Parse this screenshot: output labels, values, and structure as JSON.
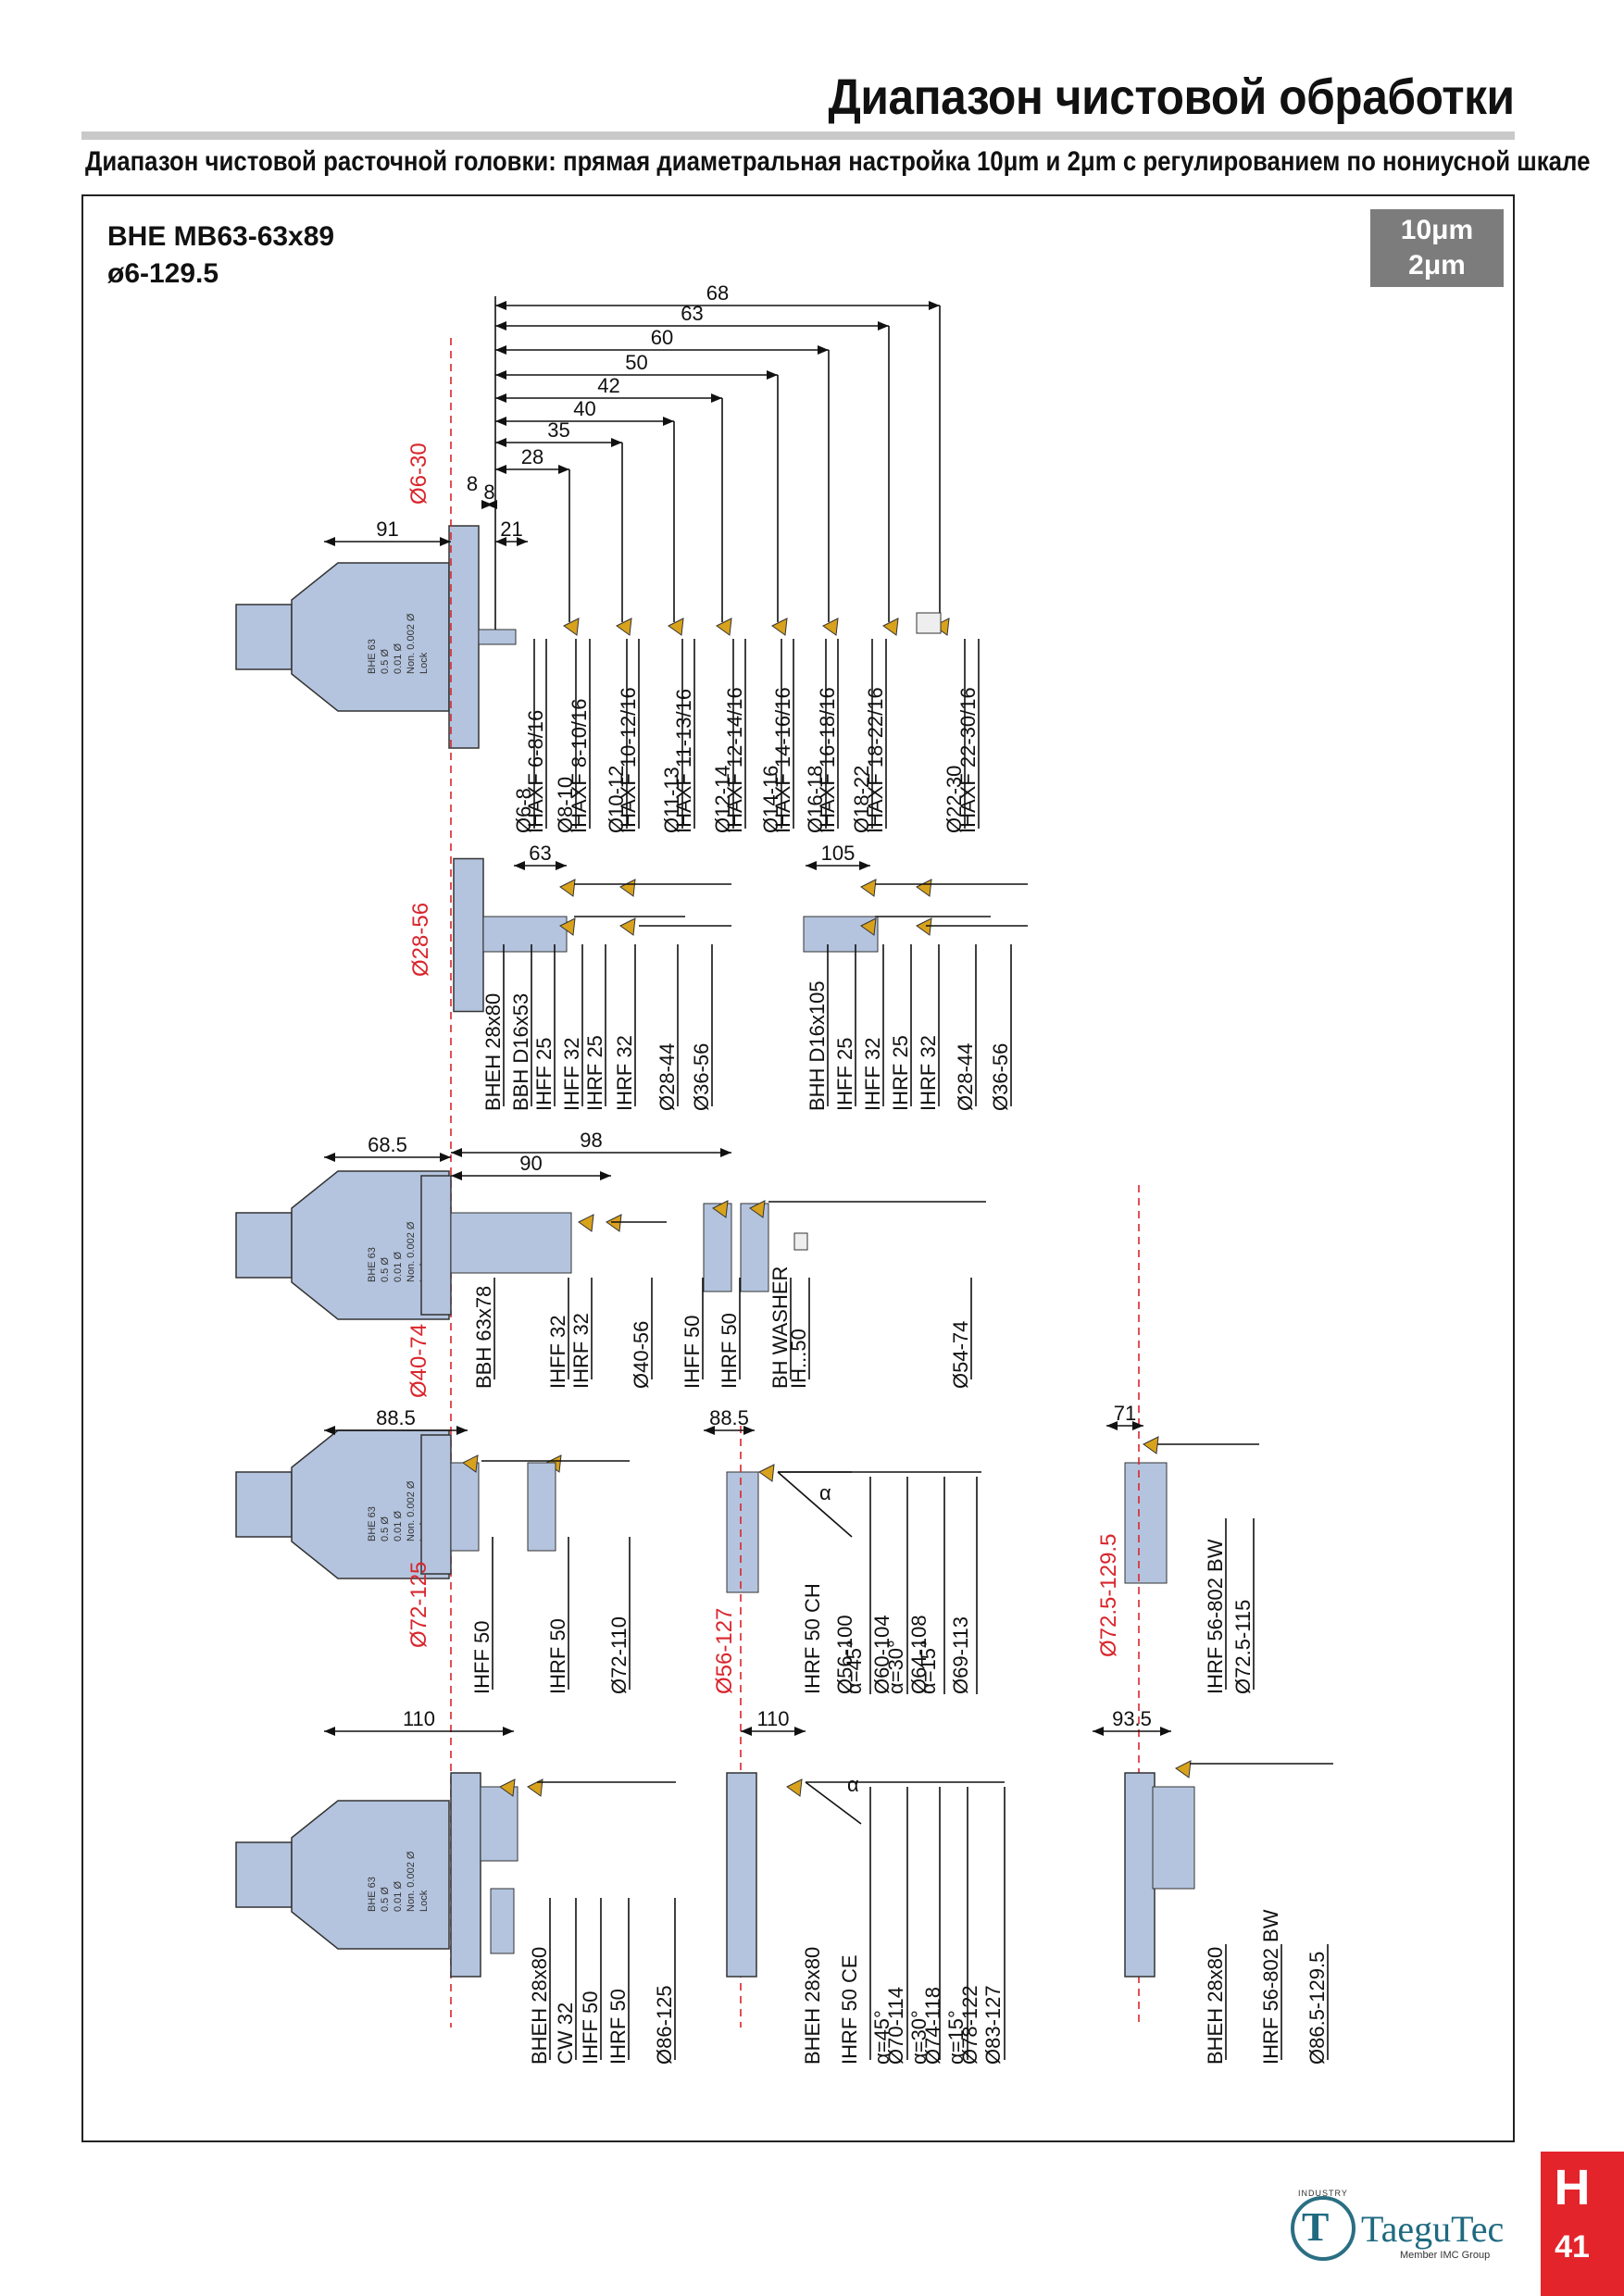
{
  "header": {
    "title": "Диапазон чистовой обработки",
    "subtitle": "Диапазон чистовой расточной головки: прямая диаметральная настройка 10μm  и 2μm с регулированием по нониусной шкале"
  },
  "model": {
    "line1": "BHE MB63-63x89",
    "line2": "ø6-129.5"
  },
  "badge": {
    "line1": "10μm",
    "line2": "2μm"
  },
  "head_markings": [
    "BHE 63",
    "0.5 Ø",
    "0.01 Ø",
    "Non. 0.002 Ø",
    "Lock"
  ],
  "colors": {
    "red_axis": "#d9252c",
    "tool_body": "#b4c4de",
    "insert": "#d8a21c",
    "badge": "#7c7c7c"
  },
  "section1": {
    "range": "Ø6-30",
    "dims": [
      "8",
      "21",
      "91",
      "28",
      "35",
      "40",
      "42",
      "50",
      "60",
      "63",
      "68"
    ],
    "labels": [
      "Ø6-8",
      "IHAXF 6-8/16",
      "Ø8-10",
      "IHAXF 8-10/16",
      "Ø10-12",
      "IHAXF 10-12/16",
      "Ø11-13",
      "IHAXF 11-13/16",
      "Ø12-14",
      "IHAXF 12-14/16",
      "Ø14-16",
      "IHAXF 14-16/16",
      "Ø16-18",
      "IHAXF 16-18/16",
      "Ø18-22",
      "IHAXF 18-22/16",
      "Ø22-30",
      "IHAXF 22-30/16"
    ]
  },
  "section2": {
    "range": "Ø28-56",
    "dim_a": "63",
    "dim_b": "105",
    "labels_a": [
      "BHEH 28x80",
      "BBH D16x53",
      "IHFF 25",
      "IHFF 32",
      "IHRF 25",
      "IHRF 32",
      "Ø28-44",
      "Ø36-56"
    ],
    "labels_b": [
      "BHH D16x105",
      "IHFF 25",
      "IHFF 32",
      "IHRF 25",
      "IHRF 32",
      "Ø28-44",
      "Ø36-56"
    ]
  },
  "section3": {
    "range": "Ø40-74",
    "dims": [
      "68.5",
      "98",
      "90"
    ],
    "labels": [
      "BBH 63x78",
      "IHFF 32",
      "IHRF 32",
      "Ø40-56",
      "IHFF 50",
      "IHRF 50",
      "BH WASHER",
      "IH...50",
      "Ø54-74"
    ]
  },
  "section4": {
    "range_a": "Ø72-125",
    "dim_a": "88.5",
    "labels_a": [
      "IHFF 50",
      "IHRF 50",
      "Ø72-110"
    ],
    "range_b": "Ø56-127",
    "dim_b": "88.5",
    "alpha": "α",
    "labels_b": [
      "IHRF 50 CH",
      "Ø56-100",
      "α=45°",
      "Ø60-104",
      "α=30°",
      "Ø64-108",
      "α=15°",
      "Ø69-113"
    ],
    "range_c": "Ø72.5-129.5",
    "dim_c": "71",
    "labels_c": [
      "IHRF 56-802  BW",
      "Ø72.5-115"
    ]
  },
  "section5": {
    "dim_a": "110",
    "labels_a": [
      "BHEH 28x80",
      "CW 32",
      "IHFF 50",
      "IHRF 50",
      "Ø86-125"
    ],
    "dim_b": "110",
    "alpha": "α",
    "labels_b": [
      "BHEH 28x80",
      "IHRF 50 CE",
      "α=45°",
      "Ø70-114",
      "α=30°",
      "Ø74-118",
      "α=15°",
      "Ø78-122",
      "Ø83-127"
    ],
    "dim_c": "93.5",
    "labels_c": [
      "BHEH 28x80",
      "IHRF 56-802 BW",
      "Ø86.5-129.5"
    ]
  },
  "logo": {
    "name": "TaeguTec",
    "sub": "Member IMC Group",
    "top": "INDUSTRY"
  },
  "page_tab": {
    "letter": "H",
    "number": "41"
  }
}
